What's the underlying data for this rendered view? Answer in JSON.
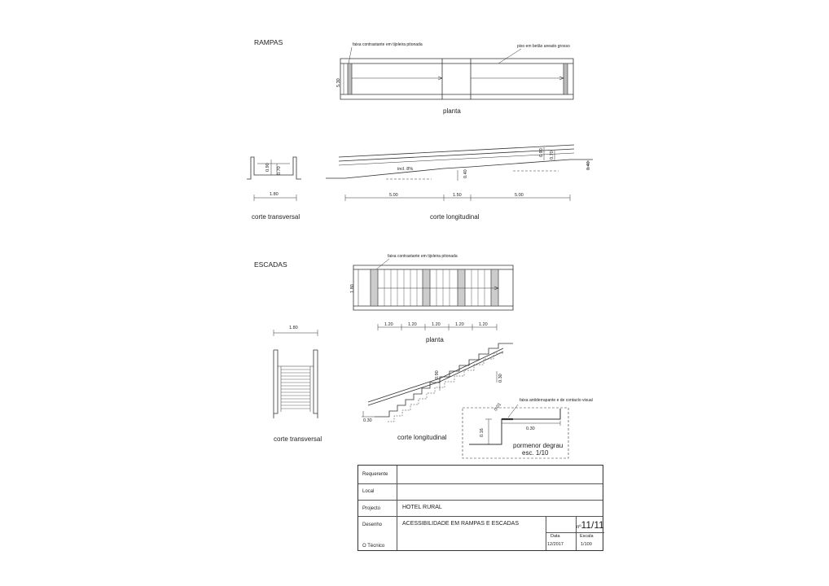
{
  "sections": {
    "ramps_title": "RAMPAS",
    "stairs_title": "ESCADAS"
  },
  "ramp": {
    "plan_note_left": "faixa contrastante em tijoleira pitonada",
    "plan_note_right": "piso em betão areado grosso",
    "plan_width": "5.30",
    "plan_label": "planta",
    "cross_h1": "0.90",
    "cross_h2": "0.70",
    "cross_width": "1.80",
    "cross_label": "corte transversal",
    "long_incline": "incl. 8%",
    "long_h_mid": "0.40",
    "long_h_top1": "0.90",
    "long_h_top2": "0.70",
    "long_h_end": "0.40",
    "long_d1": "5.00",
    "long_d2": "1.50",
    "long_d3": "5.00",
    "long_label": "corte longitudinal"
  },
  "stairs": {
    "plan_note": "faixa contrastante em tijoleira pitonada",
    "plan_width": "1.80",
    "plan_dims": [
      "1.20",
      "1.20",
      "1.20",
      "1.20",
      "1.20"
    ],
    "plan_label": "planta",
    "cross_width": "1.80",
    "cross_label": "corte transversal",
    "long_h": "0.90",
    "long_step_top": "0.30",
    "long_step_bottom": "0.30",
    "long_label": "corte longitudinal",
    "detail_note": "faixa antiderrapante e de contacto visual",
    "detail_nosing": "0.01",
    "detail_tread": "0.30",
    "detail_riser": "0.16",
    "detail_label": "pormenor degrau",
    "detail_scale": "esc. 1/10"
  },
  "title_block": {
    "requerente_key": "Requerente",
    "local_key": "Local",
    "projecto_key": "Projecto",
    "projecto_val": "HOTEL RURAL",
    "desenho_key": "Desenho",
    "desenho_val": "ACESSIBILIDADE  EM RAMPAS E ESCADAS",
    "tecnico_key": "O Técnico",
    "sheet_prefix": "nº",
    "sheet_no": "11/11",
    "data_key": "Data",
    "data_val": "12/2017",
    "escala_key": "Escala",
    "escala_val": "1/100"
  }
}
